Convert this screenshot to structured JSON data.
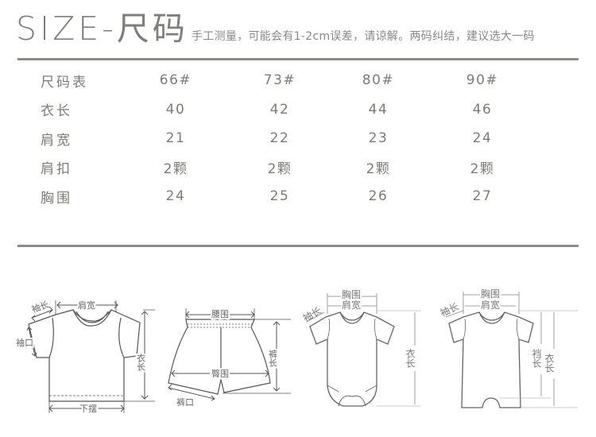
{
  "header": {
    "title": "SIZE-尺码",
    "note": "手工测量，可能会有1-2cm误差，请谅解。两码纠结，建议选大一码"
  },
  "size_table": {
    "columns": [
      "尺码表",
      "66#",
      "73#",
      "80#",
      "90#"
    ],
    "rows": [
      {
        "label": "衣长",
        "values": [
          "40",
          "42",
          "44",
          "46"
        ]
      },
      {
        "label": "肩宽",
        "values": [
          "21",
          "22",
          "23",
          "24"
        ]
      },
      {
        "label": "肩扣",
        "values": [
          "2颗",
          "2颗",
          "2颗",
          "2颗"
        ]
      },
      {
        "label": "胸围",
        "values": [
          "24",
          "25",
          "26",
          "27"
        ]
      }
    ]
  },
  "diagrams": {
    "tshirt": {
      "sleeve_length": "袖长",
      "shoulder_width": "肩宽",
      "cuff": "袖口",
      "length": "衣长",
      "hem": "下摆"
    },
    "shorts": {
      "waist": "腰围",
      "hip": "臀围",
      "pants_length": "裤长",
      "leg_opening": "裤口"
    },
    "bodysuit": {
      "chest": "胸围",
      "shoulder_width": "肩宽",
      "sleeve_length": "袖长",
      "length": "衣长"
    },
    "romper": {
      "chest": "胸围",
      "shoulder_width": "肩宽",
      "sleeve_length": "袖长",
      "crotch_length": "裆长",
      "length": "衣长"
    }
  },
  "colors": {
    "text": "#7d7b76",
    "rule": "#8c8b87",
    "background": "#ffffff"
  }
}
